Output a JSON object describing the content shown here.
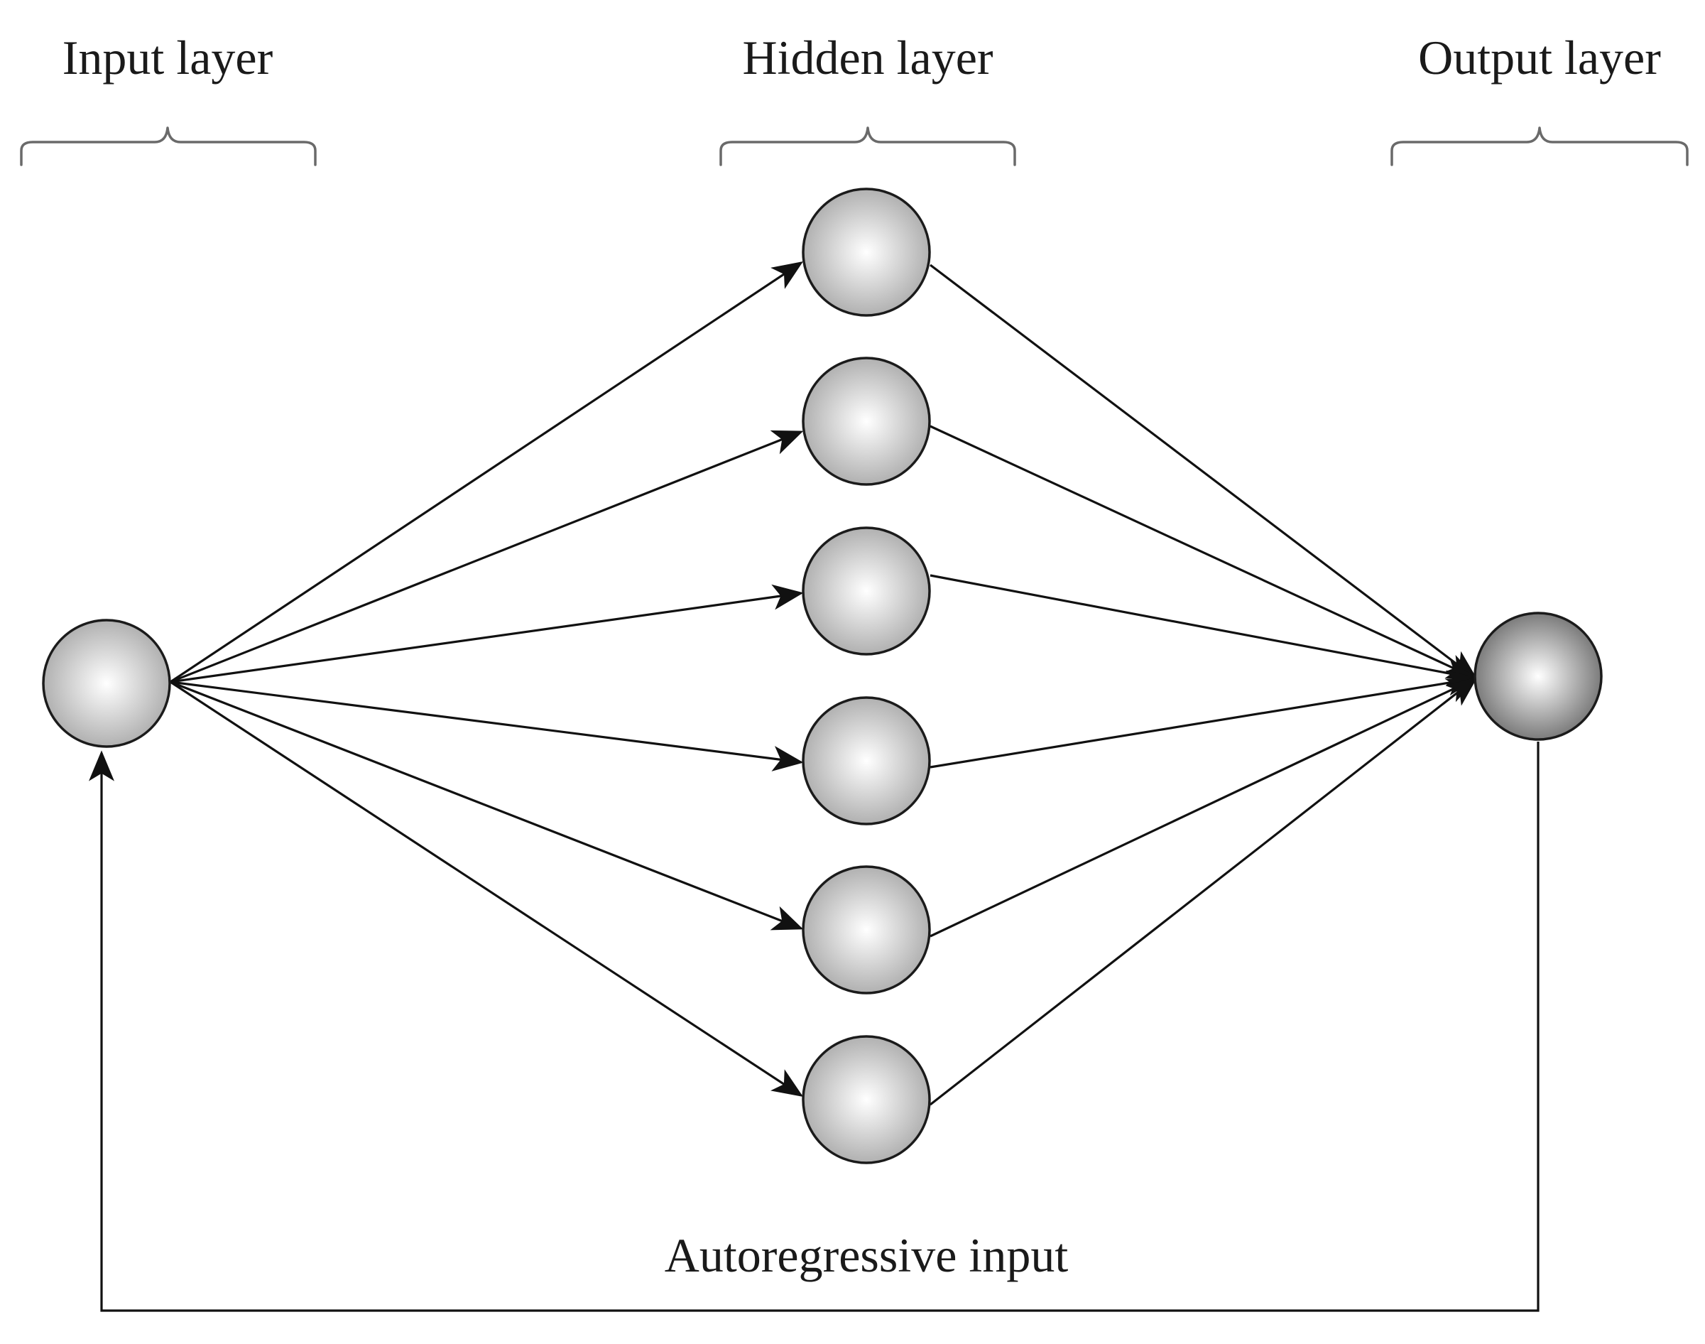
{
  "labels": {
    "input_layer": "Input layer",
    "hidden_layer": "Hidden layer",
    "output_layer": "Output layer",
    "feedback": "Autoregressive input"
  },
  "network": {
    "input_nodes": 1,
    "hidden_nodes": 6,
    "output_nodes": 1
  },
  "colors": {
    "node_light_center": "#ffffff",
    "node_light_edge": "#a9a9a9",
    "node_dark_center": "#ffffff",
    "node_dark_edge": "#6e6e6e",
    "line": "#111111",
    "brace": "#6a6a6a"
  }
}
